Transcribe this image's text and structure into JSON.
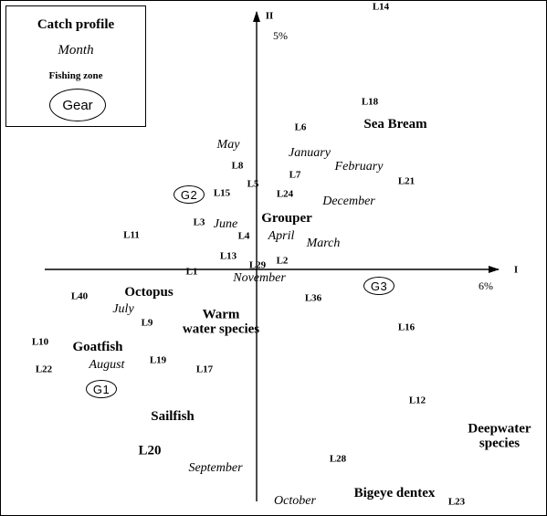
{
  "legend": {
    "profile": "Catch profile",
    "month": "Month",
    "zone": "Fishing zone",
    "gear": "Gear"
  },
  "axes": {
    "vertical": {
      "label": "II",
      "percent": "5%"
    },
    "horizontal": {
      "label": "I",
      "percent": "6%"
    }
  },
  "zones": [
    {
      "id": "zone-l14",
      "text": "L14"
    },
    {
      "id": "zone-l18",
      "text": "L18"
    },
    {
      "id": "zone-l6",
      "text": "L6"
    },
    {
      "id": "zone-l8",
      "text": "L8"
    },
    {
      "id": "zone-l7",
      "text": "L7"
    },
    {
      "id": "zone-l21",
      "text": "L21"
    },
    {
      "id": "zone-l5",
      "text": "L5"
    },
    {
      "id": "zone-l15",
      "text": "L15"
    },
    {
      "id": "zone-l24",
      "text": "L24"
    },
    {
      "id": "zone-l3",
      "text": "L3"
    },
    {
      "id": "zone-l4",
      "text": "L4"
    },
    {
      "id": "zone-l11",
      "text": "L11"
    },
    {
      "id": "zone-l13",
      "text": "L13"
    },
    {
      "id": "zone-l29",
      "text": "L29"
    },
    {
      "id": "zone-l2",
      "text": "L2"
    },
    {
      "id": "zone-l1",
      "text": "L1"
    },
    {
      "id": "zone-l40",
      "text": "L40"
    },
    {
      "id": "zone-l36",
      "text": "L36"
    },
    {
      "id": "zone-l9",
      "text": "L9"
    },
    {
      "id": "zone-l16",
      "text": "L16"
    },
    {
      "id": "zone-l10",
      "text": "L10"
    },
    {
      "id": "zone-l19",
      "text": "L19"
    },
    {
      "id": "zone-l22",
      "text": "L22"
    },
    {
      "id": "zone-l17",
      "text": "L17"
    },
    {
      "id": "zone-l12",
      "text": "L12"
    },
    {
      "id": "zone-l20",
      "text": "L20"
    },
    {
      "id": "zone-l28",
      "text": "L28"
    },
    {
      "id": "zone-l23",
      "text": "L23"
    }
  ],
  "months": [
    {
      "id": "month-may",
      "text": "May"
    },
    {
      "id": "month-january",
      "text": "January"
    },
    {
      "id": "month-february",
      "text": "February"
    },
    {
      "id": "month-december",
      "text": "December"
    },
    {
      "id": "month-june",
      "text": "June"
    },
    {
      "id": "month-april",
      "text": "April"
    },
    {
      "id": "month-march",
      "text": "March"
    },
    {
      "id": "month-november",
      "text": "November"
    },
    {
      "id": "month-july",
      "text": "July"
    },
    {
      "id": "month-august",
      "text": "August"
    },
    {
      "id": "month-september",
      "text": "September"
    },
    {
      "id": "month-october",
      "text": "October"
    }
  ],
  "profiles": [
    {
      "id": "profile-sea-bream",
      "text": "Sea Bream"
    },
    {
      "id": "profile-grouper",
      "text": "Grouper"
    },
    {
      "id": "profile-octopus",
      "text": "Octopus"
    },
    {
      "id": "profile-warm-water-species",
      "text": "Warm\nwater species"
    },
    {
      "id": "profile-goatfish",
      "text": "Goatfish"
    },
    {
      "id": "profile-sailfish",
      "text": "Sailfish"
    },
    {
      "id": "profile-deepwater-species",
      "text": "Deepwater\nspecies"
    },
    {
      "id": "profile-bigeye-dentex",
      "text": "Bigeye dentex"
    }
  ],
  "gears": [
    {
      "id": "gear-g2",
      "text": "G2"
    },
    {
      "id": "gear-g3",
      "text": "G3"
    },
    {
      "id": "gear-g1",
      "text": "G1"
    }
  ]
}
